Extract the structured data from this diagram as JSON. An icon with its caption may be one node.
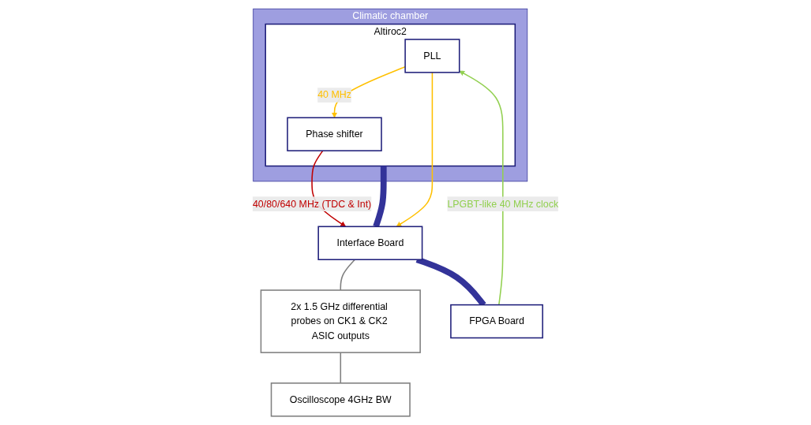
{
  "diagram": {
    "nodes": [
      {
        "text": [
          "Climatic chamber"
        ]
      },
      {
        "text": [
          "Altiroc2"
        ],
        "in": 0
      },
      {
        "text": [
          "PLL"
        ],
        "in": 1
      },
      {
        "text": [
          "Phase shifter"
        ],
        "in": 1
      },
      {
        "text": [
          "Interface Board"
        ]
      },
      {
        "text": [
          "FPGA Board"
        ]
      },
      {
        "text": [
          "2x 1.5 GHz differential probes on CK1 & CK2 ASIC outputs"
        ]
      },
      {
        "text": [
          "Oscilloscope 4GHz BW"
        ]
      }
    ],
    "edges": [
      {
        "from": 5,
        "to": 2,
        "arrow": "to",
        "label": "LPGBT-like 40 MHz clock",
        "color": "#92d050"
      },
      {
        "from": 2,
        "to": 3,
        "arrow": "to",
        "label": "40 MHz",
        "color": "#ffc000"
      },
      {
        "from": 2,
        "to": 4,
        "arrow": "to",
        "color": "#ffc000"
      },
      {
        "from": 3,
        "to": 4,
        "arrow": "to",
        "label": "40/80/640 MHz (TDC & Int)",
        "color": "#c00000"
      },
      {
        "from": 4,
        "to": 6,
        "arrow": "none",
        "color": "#7f7f7f"
      },
      {
        "from": 6,
        "to": 7,
        "arrow": "none",
        "color": "#7f7f7f"
      },
      {
        "from": 1,
        "to": 4,
        "arrow": "none",
        "style": "thick",
        "color": "#333399"
      },
      {
        "from": 4,
        "to": 5,
        "arrow": "none",
        "style": "thick",
        "color": "#333399"
      }
    ]
  }
}
